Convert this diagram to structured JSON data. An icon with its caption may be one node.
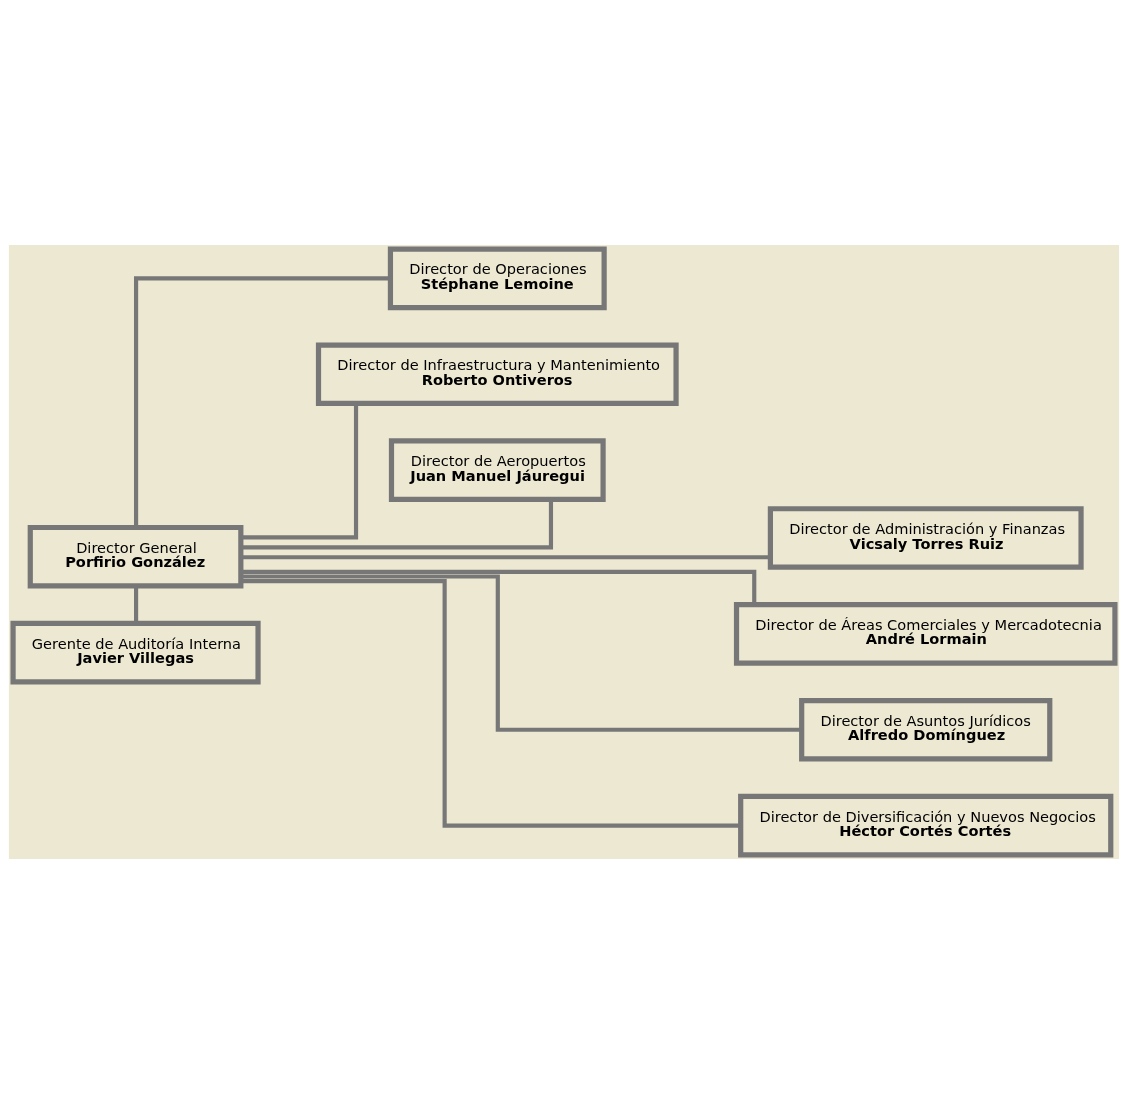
{
  "diagram": {
    "nodes": [
      {
        "text": [
          "Gerente de Auditoría Interna",
          "Javier Villegas"
        ]
      },
      {
        "text": [
          "Director General",
          "Porfirio González"
        ]
      },
      {
        "text": [
          "Director de Operaciones",
          "Stéphane Lemoine"
        ]
      },
      {
        "text": [
          "Director de Infraestructura y Mantenimiento",
          "Roberto Ontiveros"
        ]
      },
      {
        "text": [
          "Director de Aeropuertos",
          "Juan Manuel Jáuregui"
        ]
      },
      {
        "text": [
          "Director de Administración y Finanzas",
          "Vicsaly Torres Ruiz"
        ]
      },
      {
        "text": [
          "Director de Áreas Comerciales y Mercadotecnia",
          "André Lormain"
        ]
      },
      {
        "text": [
          "Director de Asuntos Jurídicos",
          "Alfredo Domínguez"
        ]
      },
      {
        "text": [
          "Director de Diversificación y Nuevos Negocios",
          "Héctor Cortés Cortés"
        ]
      }
    ],
    "edges": [
      {
        "from": 1,
        "to": 0,
        "arrow": "none"
      },
      {
        "from": 1,
        "to": 2,
        "arrow": "none"
      },
      {
        "from": 1,
        "to": 3,
        "arrow": "none"
      },
      {
        "from": 1,
        "to": 4,
        "arrow": "none"
      },
      {
        "from": 1,
        "to": 5,
        "arrow": "none"
      },
      {
        "from": 1,
        "to": 6,
        "arrow": "none"
      },
      {
        "from": 1,
        "to": 7,
        "arrow": "none"
      },
      {
        "from": 1,
        "to": 8,
        "arrow": "none"
      }
    ]
  }
}
